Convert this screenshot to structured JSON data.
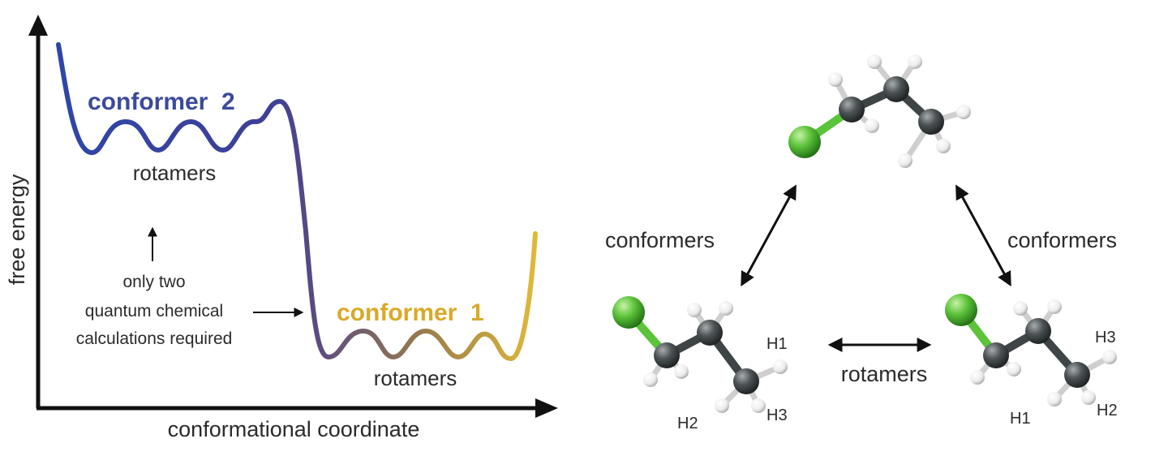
{
  "energy_diagram": {
    "y_axis_label": "free energy",
    "x_axis_label": "conformational coordinate",
    "conformer_2_label": "conformer  2",
    "conformer_1_label": "conformer  1",
    "rotamers_upper_label": "rotamers",
    "rotamers_lower_label": "rotamers",
    "note_line_1": "only two",
    "note_line_2": "quantum chemical",
    "note_line_3": "calculations required",
    "colors": {
      "conformer_2": "#3b4a9c",
      "conformer_1": "#d9a928",
      "axis": "#111111"
    }
  },
  "molecule_panel": {
    "conformers_left_label": "conformers",
    "conformers_right_label": "conformers",
    "rotamers_label": "rotamers",
    "left_molecule": {
      "h1": "H1",
      "h2": "H2",
      "h3": "H3"
    },
    "right_molecule": {
      "h1": "H1",
      "h2": "H2",
      "h3": "H3"
    },
    "colors": {
      "chlorine": "#5cc43a",
      "carbon": "#3f4446",
      "hydrogen": "#f2f2f2"
    }
  }
}
